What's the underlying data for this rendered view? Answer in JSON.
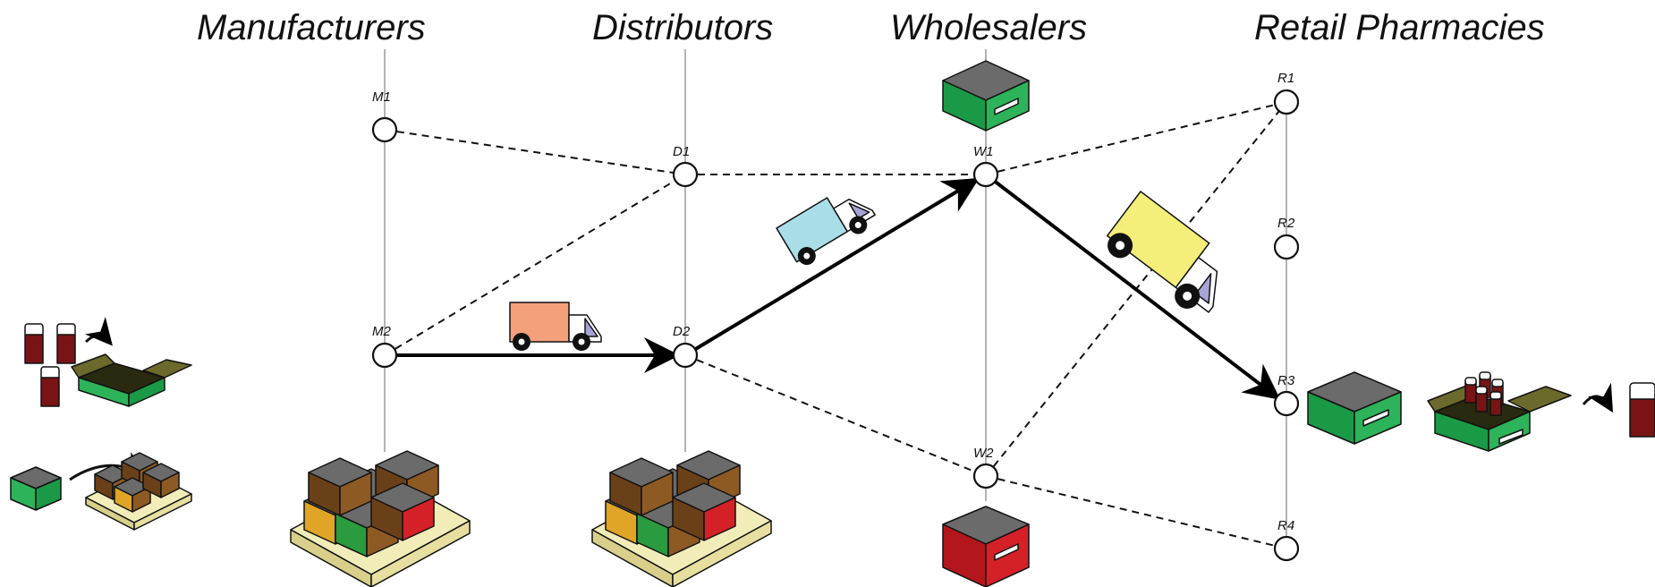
{
  "columns": [
    {
      "title": "Manufacturers"
    },
    {
      "title": "Distributors"
    },
    {
      "title": "Wholesalers"
    },
    {
      "title": "Retail Pharmacies"
    }
  ],
  "nodes": {
    "M1": "M1",
    "M2": "M2",
    "D1": "D1",
    "D2": "D2",
    "W1": "W1",
    "W2": "W2",
    "R1": "R1",
    "R2": "R2",
    "R3": "R3",
    "R4": "R4"
  },
  "edges": {
    "dashed": [
      [
        "M1",
        "D1"
      ],
      [
        "M2",
        "D1"
      ],
      [
        "D1",
        "W1"
      ],
      [
        "D2",
        "W2"
      ],
      [
        "W1",
        "R1"
      ],
      [
        "W2",
        "R1"
      ],
      [
        "W2",
        "R4"
      ]
    ],
    "solid": [
      [
        "M2",
        "D2"
      ],
      [
        "D2",
        "W1"
      ],
      [
        "W1",
        "R3"
      ]
    ]
  },
  "colors": {
    "truck_1": "#f4a07a",
    "truck_2": "#a9dde8",
    "truck_3": "#f5ee7a",
    "wholesaler_box_1": "#1a9a46",
    "wholesaler_box_2": "#d42027",
    "retail_box": "#1a9a46",
    "box_top": "#6b6b6b",
    "pallet": "#f2edb8",
    "carton": "#7a4a1e"
  }
}
